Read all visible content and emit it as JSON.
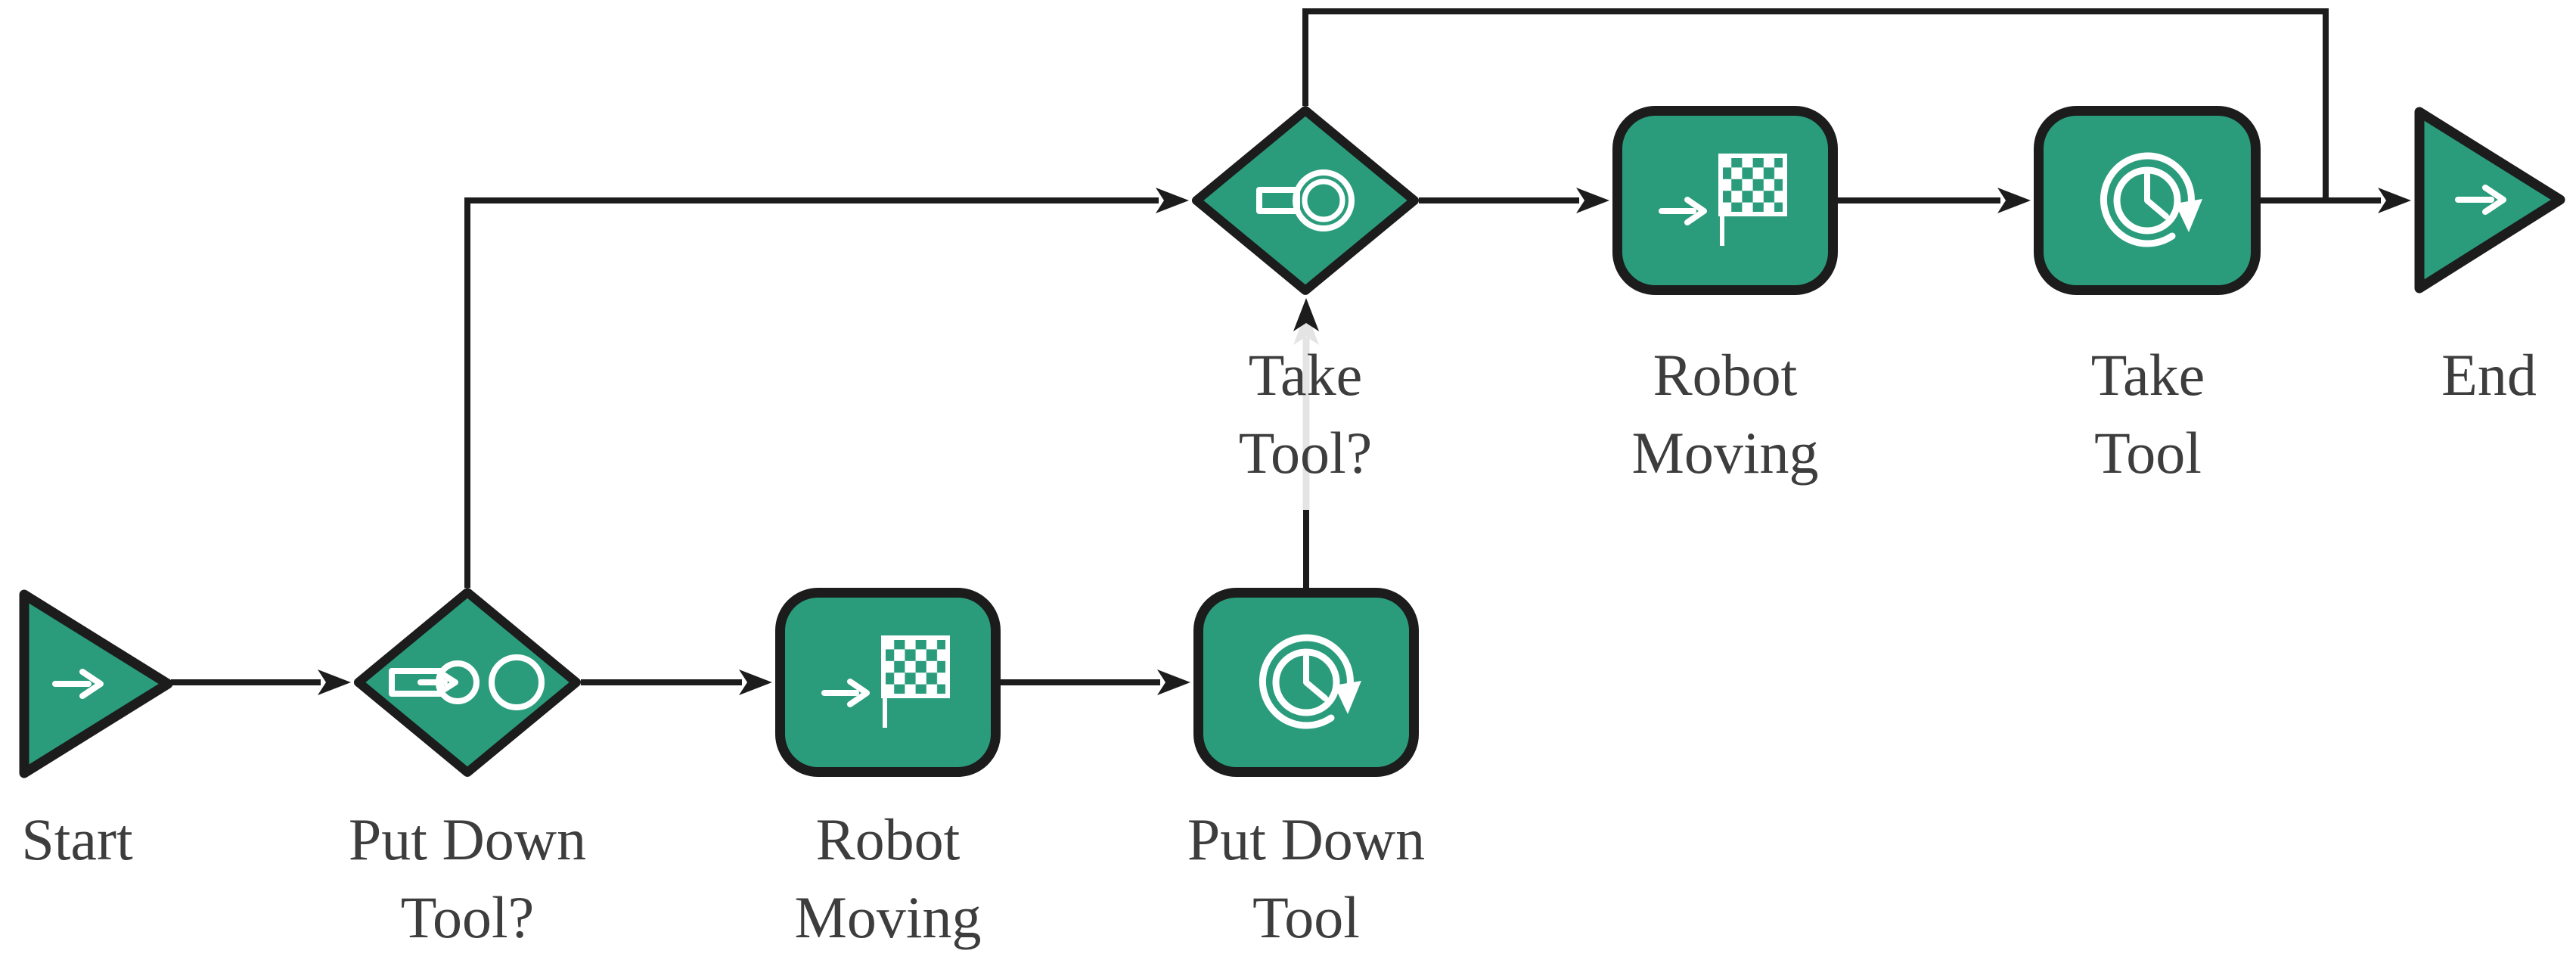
{
  "diagram": {
    "type": "flowchart",
    "colors": {
      "node_fill": "#2a9c7c",
      "node_border": "#1c1c1c",
      "edge": "#1c1c1c",
      "inactive_edge": "#e4e4e4",
      "icon": "#ffffff",
      "label_text": "#3d3d3d",
      "background": "#ffffff"
    },
    "nodes": [
      {
        "id": "start",
        "type": "start-terminal",
        "label": "Start",
        "icon": "arrow-right-icon"
      },
      {
        "id": "put-down-tool-q",
        "type": "decision",
        "label": "Put Down\nTool?",
        "icon": "tool-release-icon"
      },
      {
        "id": "robot-moving-1",
        "type": "process",
        "label": "Robot\nMoving",
        "icon": "checkered-flag-icon"
      },
      {
        "id": "put-down-tool",
        "type": "process",
        "label": "Put Down\nTool",
        "icon": "clock-history-icon"
      },
      {
        "id": "take-tool-q",
        "type": "decision",
        "label": "Take\nTool?",
        "icon": "tool-attach-icon"
      },
      {
        "id": "robot-moving-2",
        "type": "process",
        "label": "Robot\nMoving",
        "icon": "checkered-flag-icon"
      },
      {
        "id": "take-tool",
        "type": "process",
        "label": "Take\nTool",
        "icon": "clock-history-icon"
      },
      {
        "id": "end",
        "type": "end-terminal",
        "label": "End",
        "icon": "arrow-right-icon"
      }
    ],
    "edges": [
      {
        "from": "start",
        "to": "put-down-tool-q",
        "style": "solid"
      },
      {
        "from": "put-down-tool-q",
        "to": "robot-moving-1",
        "style": "solid"
      },
      {
        "from": "robot-moving-1",
        "to": "put-down-tool",
        "style": "solid"
      },
      {
        "from": "put-down-tool",
        "to": "take-tool-q",
        "style": "partially-grayed"
      },
      {
        "from": "put-down-tool-q",
        "to": "take-tool-q",
        "style": "solid-elbow"
      },
      {
        "from": "take-tool-q",
        "to": "robot-moving-2",
        "style": "solid"
      },
      {
        "from": "robot-moving-2",
        "to": "take-tool",
        "style": "solid"
      },
      {
        "from": "take-tool",
        "to": "end",
        "style": "solid"
      },
      {
        "from": "take-tool-q",
        "to": "end",
        "style": "solid-elbow-top"
      }
    ]
  }
}
